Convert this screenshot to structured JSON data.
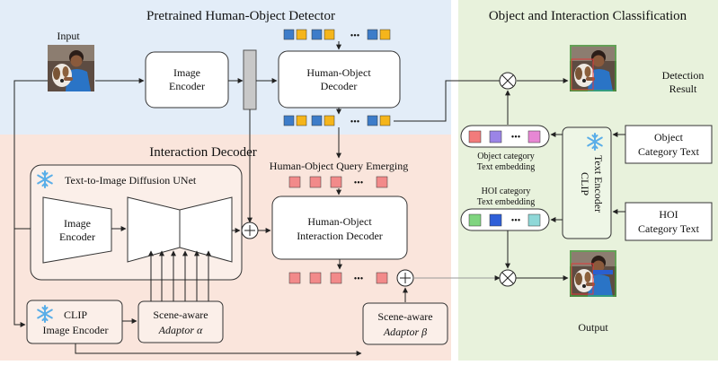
{
  "sections": {
    "detector_title": "Pretrained Human-Object Detector",
    "decoder_title": "Interaction Decoder",
    "classification_title": "Object and Interaction Classification"
  },
  "labels": {
    "input": "Input",
    "image_encoder_1": "Image",
    "image_encoder_2": "Encoder",
    "ho_decoder_1": "Human-Object",
    "ho_decoder_2": "Decoder",
    "ellipsis": "•••",
    "query_emerging": "Human-Object Query Emerging",
    "diffusion_unet": "Text-to-Image Diffusion UNet",
    "unet_encoder_1": "Image",
    "unet_encoder_2": "Encoder",
    "hoi_decoder_1": "Human-Object",
    "hoi_decoder_2": "Interaction Decoder",
    "clip_img_1": "CLIP",
    "clip_img_2": "Image Encoder",
    "adaptor_alpha_1": "Scene-aware",
    "adaptor_alpha_2": "Adaptor α",
    "adaptor_beta_1": "Scene-aware",
    "adaptor_beta_2": "Adaptor β",
    "detection_result_1": "Detection",
    "detection_result_2": "Result",
    "object_text_1": "Object",
    "object_text_2": "Category Text",
    "hoi_text_1": "HOI",
    "hoi_text_2": "Category Text",
    "clip_text": "CLIP",
    "text_encoder": "Text Encoder",
    "object_embed_1": "Object category",
    "object_embed_2": "Text embedding",
    "hoi_embed_1": "HOI category",
    "hoi_embed_2": "Text embedding",
    "output": "Output"
  },
  "colors": {
    "detector_bg": "#e3edf8",
    "decoder_bg": "#fae5dc",
    "classification_bg": "#e8f2dc",
    "query_blue": "#3d7cc9",
    "query_yellow": "#f5b51b",
    "query_red": "#f28a8a",
    "embed_red": "#f27b7b",
    "embed_purple": "#9b84e6",
    "embed_pink": "#e787d4",
    "embed_green": "#7fd47f",
    "embed_blue": "#2f5fd8",
    "embed_cyan": "#8fd8d8",
    "snowflake": "#5aaee8"
  },
  "icons": [
    "snowflake-icon",
    "multiply-icon",
    "add-icon",
    "arrow-icon"
  ]
}
